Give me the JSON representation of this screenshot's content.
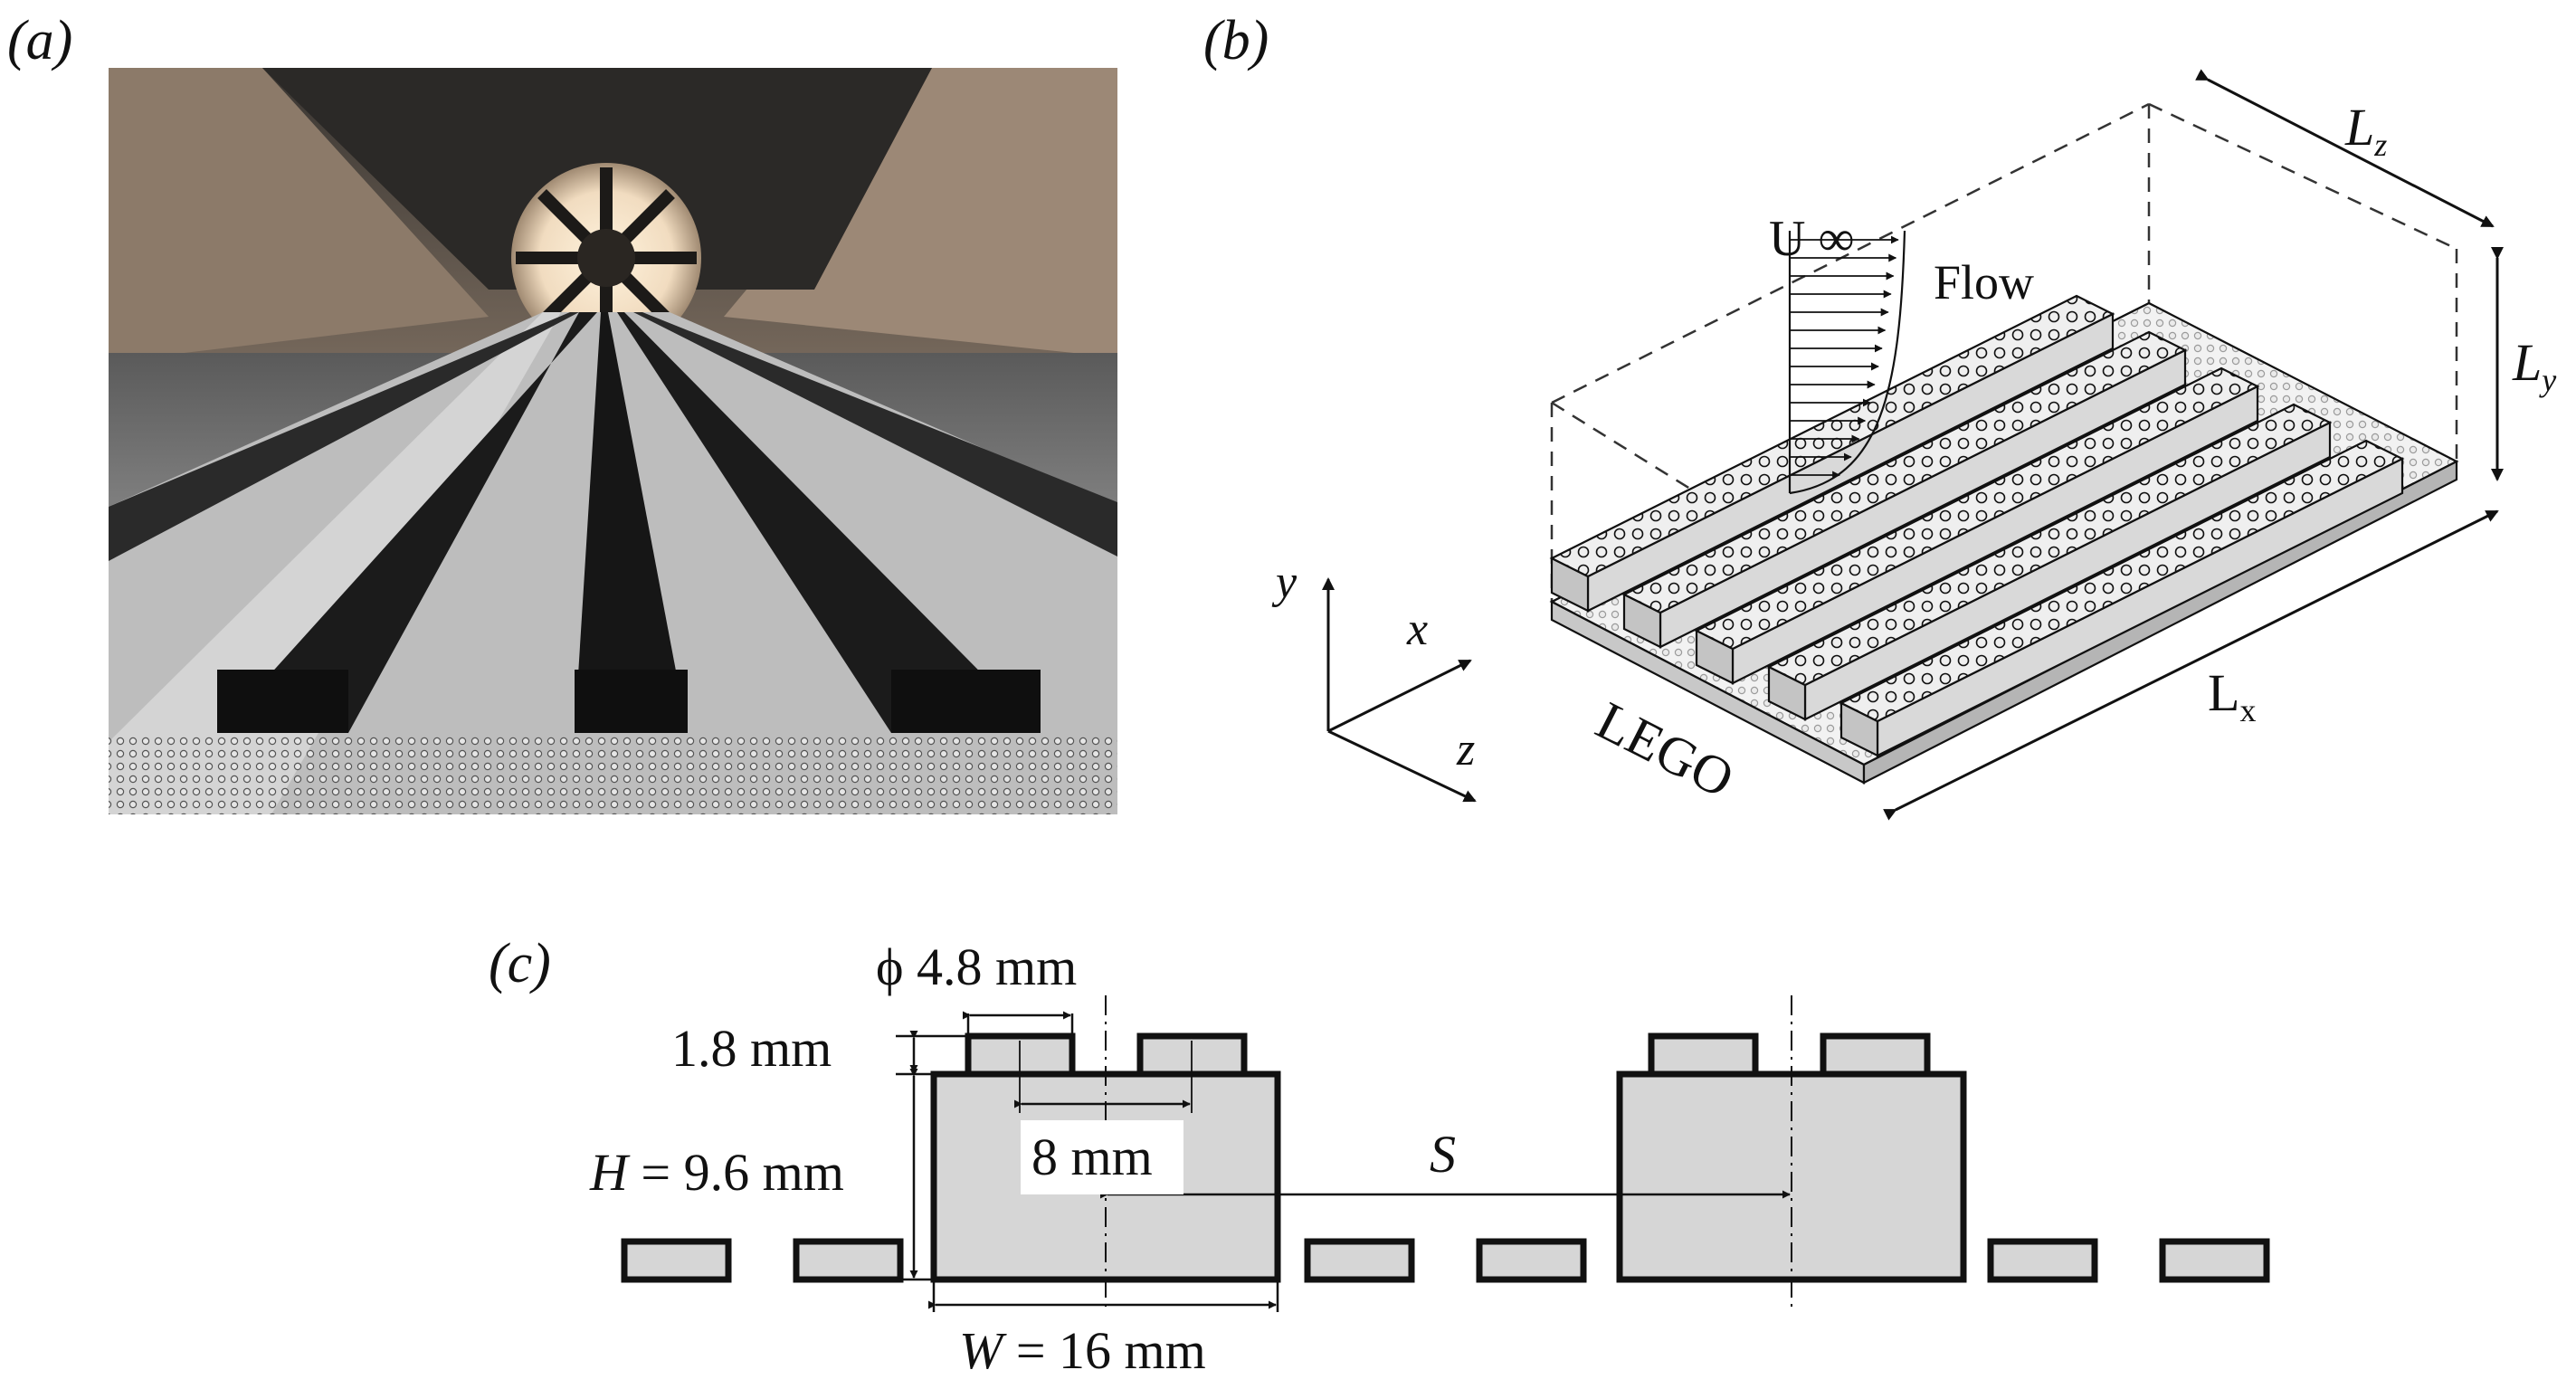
{
  "panels": {
    "a": {
      "label": "(a)"
    },
    "b": {
      "label": "(b)"
    },
    "c": {
      "label": "(c)"
    }
  },
  "panel_b": {
    "flow_label": "Flow",
    "velocity_label": "U ∞",
    "lego_label": "LEGO",
    "dimension_x": "L",
    "dimension_x_sub": "x",
    "dimension_y": "L",
    "dimension_y_sub": "y",
    "dimension_z": "L",
    "dimension_z_sub": "z",
    "axis_x": "x",
    "axis_y": "y",
    "axis_z": "z"
  },
  "panel_c": {
    "stud_diameter": "ϕ 4.8 mm",
    "stud_height": "1.8 mm",
    "brick_height": "H = 9.6 mm",
    "stud_pitch": "8 mm",
    "spacing": "S",
    "brick_width": "W = 16 mm"
  },
  "colors": {
    "brick_fill": "#d6d6d6",
    "outline": "#111111",
    "background": "#ffffff"
  }
}
